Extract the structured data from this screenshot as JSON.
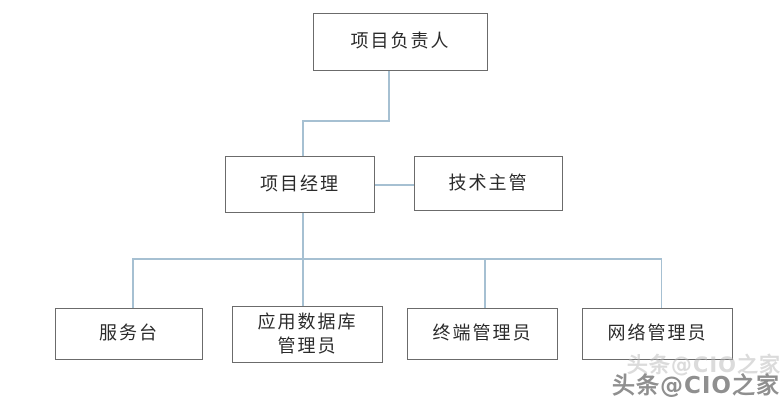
{
  "diagram": {
    "type": "org-chart",
    "nodes": {
      "project_leader": {
        "label": "项目负责人"
      },
      "project_manager": {
        "label": "项目经理"
      },
      "tech_supervisor": {
        "label": "技术主管"
      },
      "service_desk": {
        "label": "服务台"
      },
      "app_db_admin": {
        "label": "应用数据库\n管理员"
      },
      "terminal_admin": {
        "label": "终端管理员"
      },
      "network_admin": {
        "label": "网络管理员"
      }
    },
    "edges": [
      {
        "from": "project_leader",
        "to": "project_manager"
      },
      {
        "from": "project_manager",
        "to": "tech_supervisor"
      },
      {
        "from": "project_manager",
        "to": "service_desk"
      },
      {
        "from": "project_manager",
        "to": "app_db_admin"
      },
      {
        "from": "project_manager",
        "to": "terminal_admin"
      },
      {
        "from": "project_manager",
        "to": "network_admin"
      }
    ],
    "colors": {
      "background": "#ffffff",
      "box_border": "#6b6b6b",
      "text": "#2b2b2b",
      "connector": "#a6c0d2",
      "watermark": "#8f8f8f"
    }
  },
  "watermark": {
    "text": "头条@CIO之家"
  }
}
